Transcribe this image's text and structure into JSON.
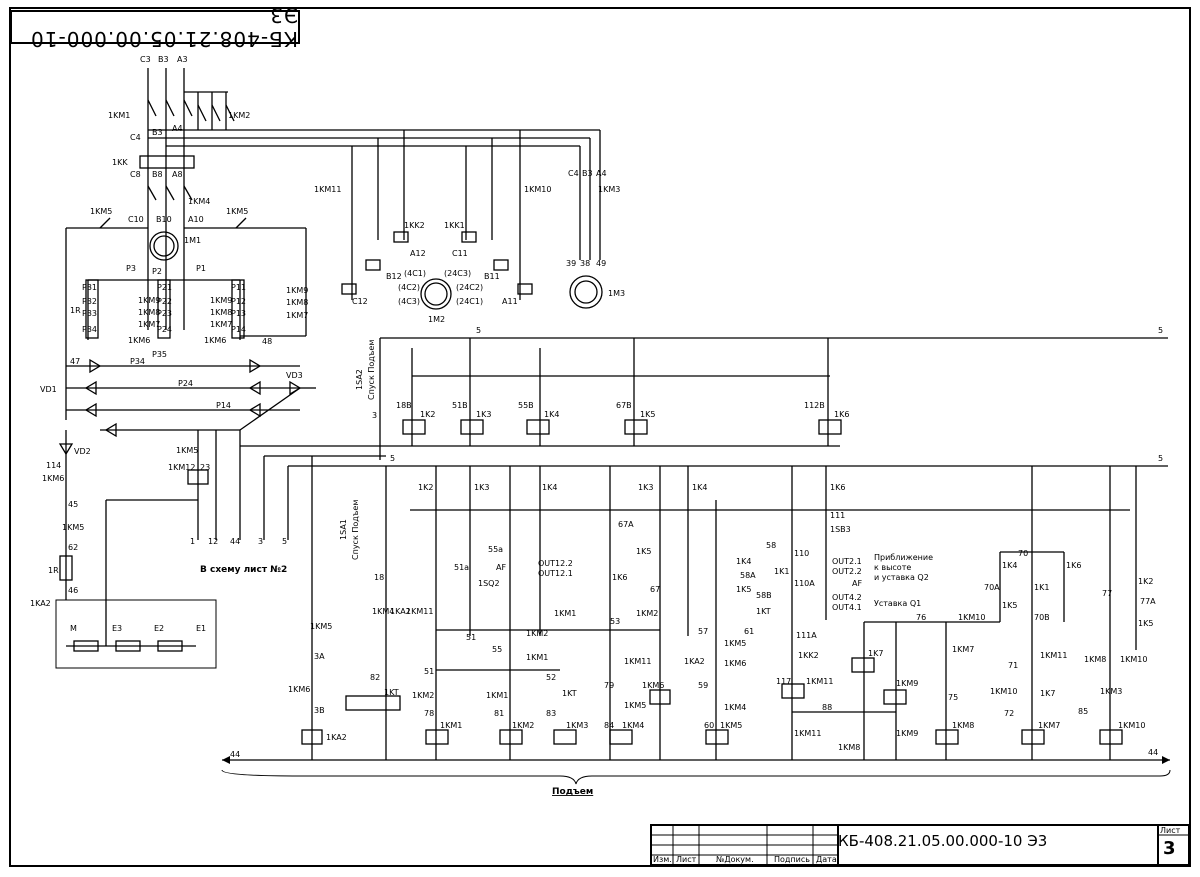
{
  "drawing": {
    "stamp_code": "КБ-408.21.05.00.000-10 Э3",
    "doc_code": "КБ-408.21.05.00.000-10 Э3",
    "sheet_label": "Лист",
    "sheet_number": "3",
    "title_block_headers": [
      "Изм.",
      "Лист",
      "№Докум.",
      "Подпись",
      "Дата"
    ]
  },
  "labels": {
    "phases_top": [
      "C3",
      "B3",
      "A3"
    ],
    "ref_sheet2": "В схему лист №2",
    "lift_label": "Подъем",
    "bus_5_left": "5",
    "bus_5_right": "5",
    "bus_44_left": "44",
    "bus_44_right": "44",
    "approx": [
      "Приближение",
      "к высоте",
      "и уставка Q2"
    ],
    "setpoint_q1": "Уставка Q1",
    "motor_1m1": "1M1",
    "motor_1m2": "1M2",
    "motor_1m3": "1M3",
    "sa2_label": "1SA2",
    "sa2_dirs": "Спуск Подъем",
    "sa1_label": "1SA1",
    "sa1_dirs": "Спуск Подъем",
    "vd1": "VD1",
    "vd2": "VD2",
    "vd3": "VD3",
    "out_labels": [
      "OUT12.2",
      "OUT12.1",
      "OUT2.1",
      "OUT2.2",
      "OUT4.2",
      "OUT4.1"
    ],
    "af1": "AF",
    "af2": "AF",
    "bottom_wires": [
      "1",
      "12",
      "44",
      "3",
      "5"
    ],
    "relay_coils_row1": [
      "1K2",
      "1K3",
      "1K4",
      "1K5",
      "1K6"
    ],
    "coil_wires_row1": [
      "18B",
      "51B",
      "55B",
      "67B",
      "112B"
    ],
    "coils_bottom": [
      "1KA2",
      "1KM1",
      "1KM2",
      "1KM3",
      "1KM4",
      "1KM5",
      "1KM8",
      "1KM7",
      "1KM10"
    ],
    "terminals": [
      "M",
      "E3",
      "E2",
      "E1"
    ],
    "ka2_label": "1KA2",
    "r_label": "1R"
  }
}
